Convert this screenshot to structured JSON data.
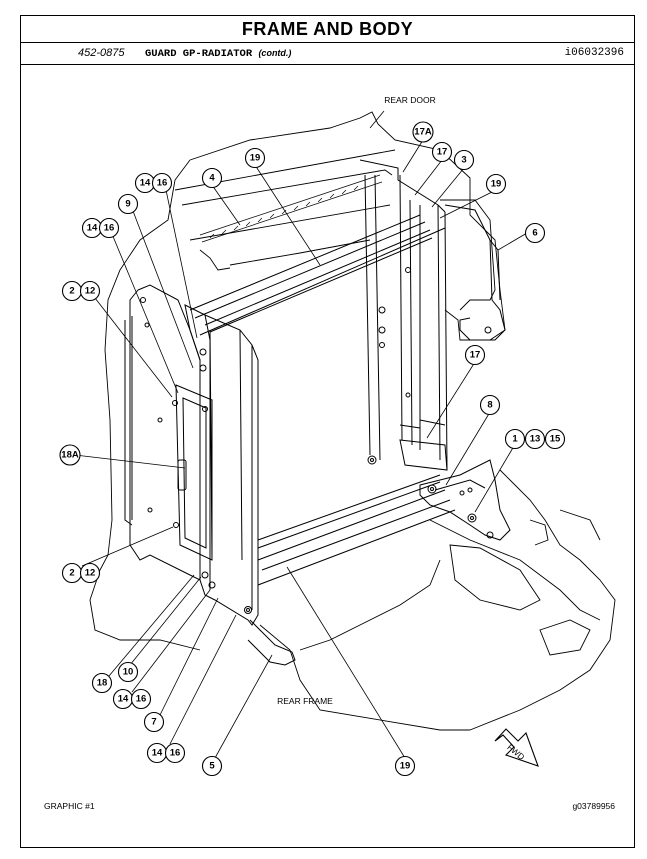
{
  "header": {
    "title": "FRAME AND BODY",
    "part_number": "452-0875",
    "part_name": "GUARD GP-RADIATOR",
    "part_name_suffix": "(contd.)",
    "illustration_id": "i06032396"
  },
  "labels": {
    "rear_door": "REAR DOOR",
    "rear_frame": "REAR FRAME",
    "fwd": "FWD"
  },
  "callouts": {
    "c1": "1",
    "c2a": "2",
    "c2b": "2",
    "c3": "3",
    "c4": "4",
    "c5": "5",
    "c6": "6",
    "c7": "7",
    "c8": "8",
    "c9": "9",
    "c10": "10",
    "c12a": "12",
    "c12b": "12",
    "c13": "13",
    "c14a": "14",
    "c14b": "14",
    "c14c": "14",
    "c14d": "14",
    "c15": "15",
    "c16a": "16",
    "c16b": "16",
    "c16c": "16",
    "c16d": "16",
    "c17a": "17",
    "c17b": "17",
    "c17A": "17A",
    "c18": "18",
    "c18A": "18A",
    "c19a": "19",
    "c19b": "19",
    "c19c": "19"
  },
  "footer": {
    "graphic": "GRAPHIC #1",
    "graphic_id": "g03789956"
  }
}
